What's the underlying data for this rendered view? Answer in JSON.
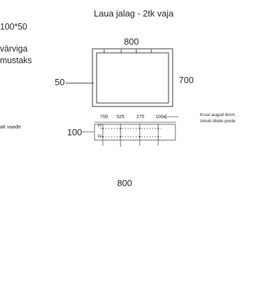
{
  "title": "Laua jalag   -  2tk vaja",
  "left_notes": [
    "100*50",
    "värviga",
    "mustaks",
    "alt vaade"
  ],
  "top_view": {
    "width_label": "800",
    "height_label": "700",
    "frame_label": "50"
  },
  "side_view": {
    "height_label": "100",
    "dimensions": [
      "700",
      "525",
      "275",
      "100"
    ],
    "small_labels": [
      "10",
      "10"
    ],
    "note_lines": [
      "Kruvi augud 6mm",
      "Ainult ühele poole"
    ],
    "width_label": "800"
  }
}
